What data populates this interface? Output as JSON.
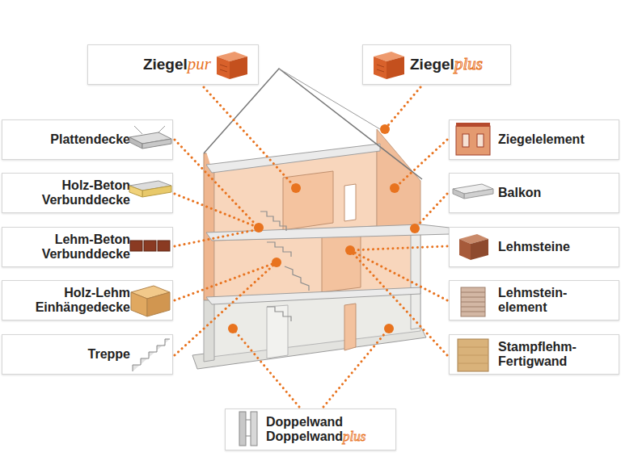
{
  "diagram": {
    "nodes": [
      {
        "text": [
          "Ziegel",
          "pur"
        ]
      },
      {
        "text": [
          "Ziegel",
          "plus"
        ]
      },
      {
        "text": [
          "Plattendecke"
        ]
      },
      {
        "text": [
          "Ziegelelement"
        ]
      },
      {
        "text": [
          "Holz-Beton Verbunddecke"
        ]
      },
      {
        "text": [
          "Balkon"
        ]
      },
      {
        "text": [
          "Lehm-Beton Verbunddecke"
        ]
      },
      {
        "text": [
          "Lehmsteine"
        ]
      },
      {
        "text": [
          "Holz-Lehm Einhängedecke"
        ]
      },
      {
        "text": [
          "Lehmstein- element"
        ]
      },
      {
        "text": [
          "Treppe"
        ]
      },
      {
        "text": [
          "Stampflehm- Fertigwand"
        ]
      },
      {
        "text": [
          "Doppelwand",
          "Doppelwand",
          "plus"
        ]
      }
    ]
  }
}
